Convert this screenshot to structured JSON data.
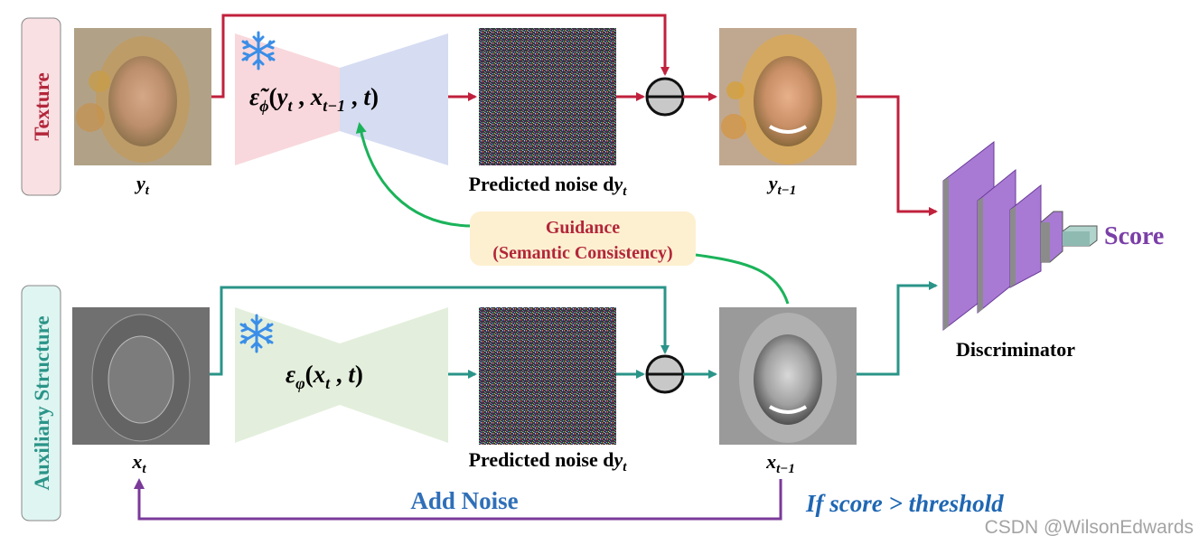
{
  "rows": {
    "texture": {
      "side_label": "Texture",
      "input_caption": "y",
      "input_sub": "t",
      "network_formula": "ε̃ϕ(yt , xt−1 , t)",
      "noise_caption_prefix": "Predicted noise d",
      "noise_caption_var": "y",
      "noise_caption_sub": "t",
      "output_caption": "y",
      "output_sub": "t−1"
    },
    "structure": {
      "side_label": "Auxiliary Structure",
      "input_caption": "x",
      "input_sub": "t",
      "network_formula": "εφ(xt , t)",
      "noise_caption_prefix": "Predicted noise d",
      "noise_caption_var": "y",
      "noise_caption_sub": "t",
      "output_caption": "x",
      "output_sub": "t−1"
    }
  },
  "formula_parts": {
    "texture": {
      "eps": "ε̃",
      "eps_sub": "ϕ",
      "open": "(",
      "y": "y",
      "y_sub": "t",
      "comma1": " , ",
      "x": "x",
      "x_sub": "t−1",
      "comma2": " , ",
      "t": "t",
      "close": ")"
    },
    "structure": {
      "eps": "ε",
      "eps_sub": "φ",
      "open": "(",
      "x": "x",
      "x_sub": "t",
      "comma1": " , ",
      "t": "t",
      "close": ")"
    }
  },
  "guidance": {
    "line1": "Guidance",
    "line2": "(Semantic Consistency)"
  },
  "discriminator": {
    "label": "Discriminator",
    "output": "Score"
  },
  "feedback": {
    "add_noise": "Add Noise",
    "condition": "If score > threshold"
  },
  "watermark": "CSDN @WilsonEdwards",
  "icons": {
    "frozen": "snowflake-icon",
    "subtract": "minus-circle-icon"
  },
  "colors": {
    "texture_arrow": "#c0213c",
    "structure_arrow": "#2a9488",
    "guidance_arrow": "#1bb35a",
    "feedback_arrow": "#7a3a9a",
    "score_text": "#7b3fa8",
    "add_noise_text": "#2f6fb8",
    "condition_text": "#1f67b3",
    "texture_box_bg": "#f8e0e3",
    "structure_box_bg": "#dff5f1",
    "guidance_bg": "#fdf0d0",
    "guidance_text": "#b3263a",
    "disc_fill": "#a87ad4",
    "disc_side": "#7a4aa8"
  }
}
